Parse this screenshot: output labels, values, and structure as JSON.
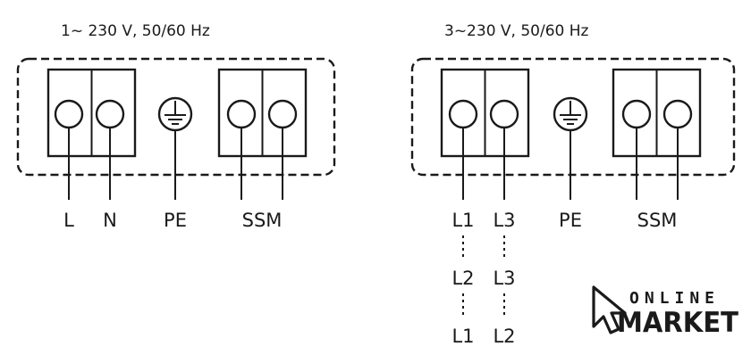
{
  "diagrams": [
    {
      "title": "1~ 230 V, 50/60 Hz",
      "wire_labels": [
        "L",
        "N",
        "PE",
        "SSM",
        ""
      ]
    },
    {
      "title": "3~230 V, 50/60 Hz",
      "wire_labels": [
        "L1",
        "L3",
        "PE",
        "SSM",
        ""
      ],
      "alt_rows": [
        [
          "L2",
          "L3"
        ],
        [
          "L1",
          "L2"
        ]
      ]
    }
  ],
  "logo": {
    "top": "ONLINE",
    "bottom": "MARKET",
    "icon": "cursor-arrow-icon"
  },
  "colors": {
    "line": "#1a1a1a",
    "background": "#ffffff"
  }
}
